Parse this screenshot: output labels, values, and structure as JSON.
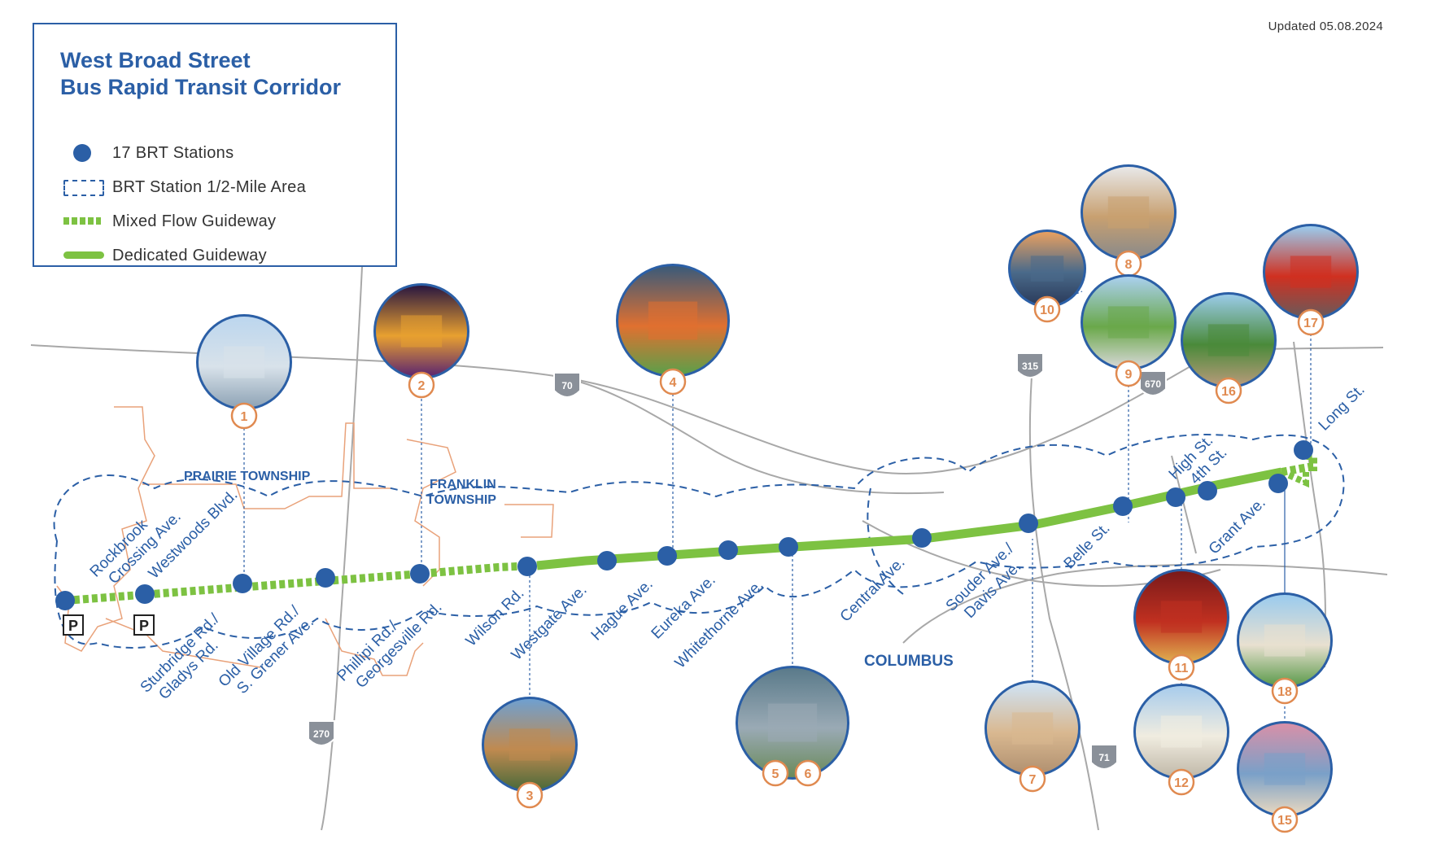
{
  "updated": "Updated 05.08.2024",
  "legend": {
    "title_line1": "West Broad Street",
    "title_line2": "Bus Rapid Transit Corridor",
    "stations": "17 BRT Stations",
    "area": "BRT Station 1/2-Mile Area",
    "mixed": "Mixed Flow Guideway",
    "dedicated": "Dedicated Guideway"
  },
  "colors": {
    "blue": "#2b5fa6",
    "green": "#7dc242",
    "orange": "#e08a50",
    "road": "#a8a8a8"
  },
  "regions": {
    "prairie": "PRAIRIE TOWNSHIP",
    "franklin_1": "FRANKLIN",
    "franklin_2": "TOWNSHIP",
    "columbus": "COLUMBUS"
  },
  "highways": [
    "70",
    "315",
    "670",
    "270",
    "71"
  ],
  "parking": [
    "P",
    "P"
  ],
  "stations": [
    {
      "l1": "Rockbrook",
      "l2": "Crossing Ave."
    },
    {
      "l1": "Westwoods Blvd.",
      "l2": ""
    },
    {
      "l1": "Sturbridge Rd./",
      "l2": "Gladys Rd."
    },
    {
      "l1": "Old Village Rd./",
      "l2": "S. Grener Ave."
    },
    {
      "l1": "Phillipi Rd./",
      "l2": "Georgesville Rd."
    },
    {
      "l1": "Wilson Rd.",
      "l2": ""
    },
    {
      "l1": "Westgate Ave.",
      "l2": ""
    },
    {
      "l1": "Hague Ave.",
      "l2": ""
    },
    {
      "l1": "Eureka Ave.",
      "l2": ""
    },
    {
      "l1": "Whitethorne Ave.",
      "l2": ""
    },
    {
      "l1": "Central Ave.",
      "l2": ""
    },
    {
      "l1": "Souder Ave./",
      "l2": "Davis Ave."
    },
    {
      "l1": "Belle St.",
      "l2": ""
    },
    {
      "l1": "High St.",
      "l2": ""
    },
    {
      "l1": "4th St.",
      "l2": ""
    },
    {
      "l1": "Grant Ave.",
      "l2": ""
    },
    {
      "l1": "Long St.",
      "l2": ""
    }
  ],
  "photos": [
    {
      "badges": [
        "1"
      ],
      "theme": "office"
    },
    {
      "badges": [
        "2"
      ],
      "theme": "night"
    },
    {
      "badges": [
        "3"
      ],
      "theme": "tower"
    },
    {
      "badges": [
        "4"
      ],
      "theme": "arena"
    },
    {
      "badges": [
        "5",
        "6"
      ],
      "theme": "aerial"
    },
    {
      "badges": [
        "7"
      ],
      "theme": "building"
    },
    {
      "badges": [
        "8"
      ],
      "theme": "museum"
    },
    {
      "badges": [
        "9"
      ],
      "theme": "park"
    },
    {
      "badges": [
        "10"
      ],
      "theme": "skyline"
    },
    {
      "badges": [
        "11"
      ],
      "theme": "theater"
    },
    {
      "badges": [
        "12"
      ],
      "theme": "statehouse"
    },
    {
      "badges": [
        "15"
      ],
      "theme": "dusk"
    },
    {
      "badges": [
        "16"
      ],
      "theme": "garden"
    },
    {
      "badges": [
        "17"
      ],
      "theme": "sculpture"
    },
    {
      "badges": [
        "18"
      ],
      "theme": "gallery"
    }
  ]
}
